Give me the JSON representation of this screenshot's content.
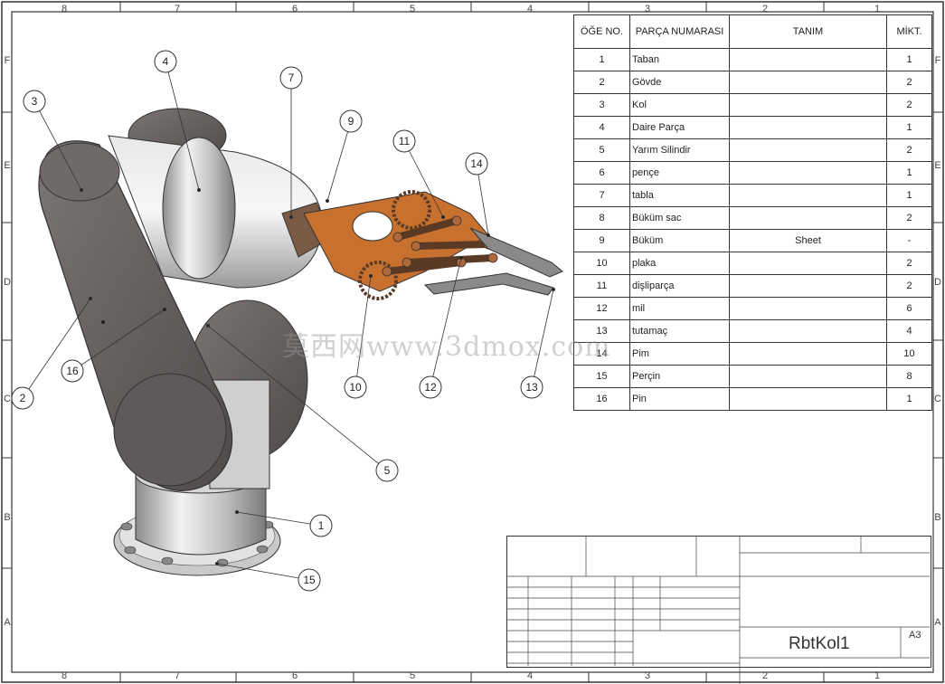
{
  "border_zones": {
    "columns": [
      "8",
      "7",
      "6",
      "5",
      "4",
      "3",
      "2",
      "1"
    ],
    "rows": [
      "F",
      "E",
      "D",
      "C",
      "B",
      "A"
    ]
  },
  "balloons": [
    "1",
    "2",
    "3",
    "4",
    "5",
    "7",
    "9",
    "10",
    "11",
    "12",
    "13",
    "14",
    "15",
    "16"
  ],
  "bom": {
    "headers": [
      "ÖĞE NO.",
      "PARÇA NUMARASI",
      "TANIM",
      "MİKT."
    ],
    "rows": [
      {
        "no": "1",
        "part": "Taban",
        "desc": "",
        "qty": "1"
      },
      {
        "no": "2",
        "part": "Gövde",
        "desc": "",
        "qty": "2"
      },
      {
        "no": "3",
        "part": "Kol",
        "desc": "",
        "qty": "2"
      },
      {
        "no": "4",
        "part": "Daire Parça",
        "desc": "",
        "qty": "1"
      },
      {
        "no": "5",
        "part": "Yarım Silindir",
        "desc": "",
        "qty": "2"
      },
      {
        "no": "6",
        "part": "pençe",
        "desc": "",
        "qty": "1"
      },
      {
        "no": "7",
        "part": "tabla",
        "desc": "",
        "qty": "1"
      },
      {
        "no": "8",
        "part": "Büküm sac",
        "desc": "",
        "qty": "2"
      },
      {
        "no": "9",
        "part": "Büküm",
        "desc": "Sheet",
        "qty": "-"
      },
      {
        "no": "10",
        "part": "plaka",
        "desc": "",
        "qty": "2"
      },
      {
        "no": "11",
        "part": "dişliparça",
        "desc": "",
        "qty": "2"
      },
      {
        "no": "12",
        "part": "mil",
        "desc": "",
        "qty": "6"
      },
      {
        "no": "13",
        "part": "tutamaç",
        "desc": "",
        "qty": "4"
      },
      {
        "no": "14",
        "part": "Pim",
        "desc": "",
        "qty": "10"
      },
      {
        "no": "15",
        "part": "Perçin",
        "desc": "",
        "qty": "8"
      },
      {
        "no": "16",
        "part": "Pin",
        "desc": "",
        "qty": "1"
      }
    ]
  },
  "title_block": {
    "drawing_name": "RbtKol1",
    "sheet_size": "A3"
  },
  "watermark": "莫西网www.3dmox.com",
  "colors": {
    "border": "#333333",
    "gripper": "#c8702e",
    "body_dark": "#6a6563",
    "cylinder": "#cfcfcf"
  }
}
